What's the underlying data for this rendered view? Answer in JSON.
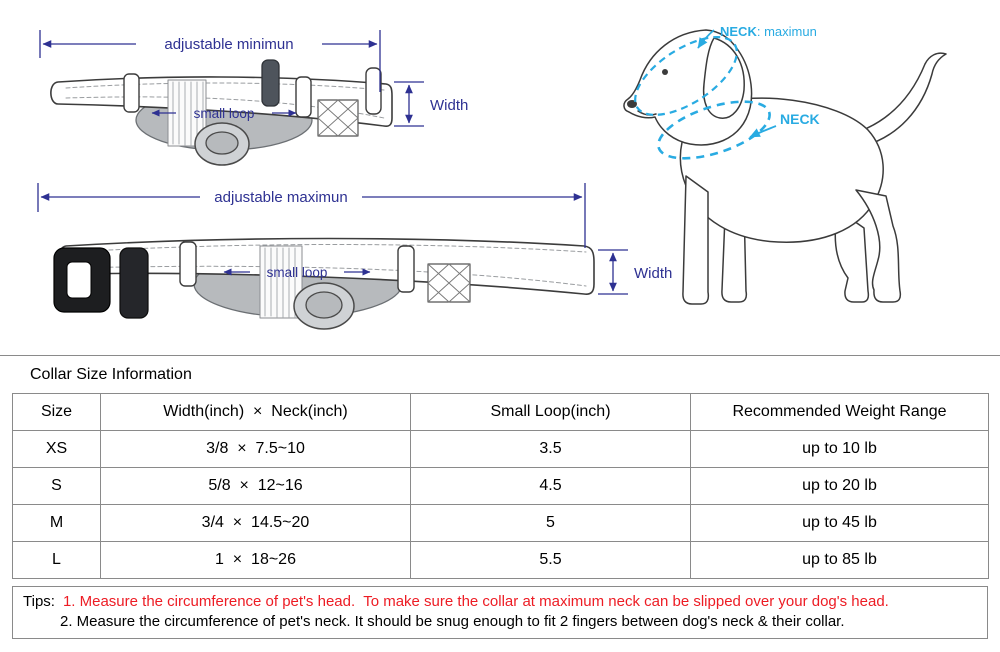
{
  "colors": {
    "dimension_blue": "#2e3192",
    "neck_cyan": "#29abe2",
    "tip_red": "#ed1c24"
  },
  "diagram": {
    "collar_min": {
      "dim_label": "adjustable minimun",
      "loop_label": "small loop",
      "width_label": "Width"
    },
    "collar_max": {
      "dim_label": "adjustable maximun",
      "loop_label": "small loop",
      "width_label": "Width"
    },
    "dog": {
      "neck_max_bold": "NECK",
      "neck_max_rest": ": maximun",
      "neck_label": "NECK"
    }
  },
  "table": {
    "title": "Collar Size Information",
    "headers": [
      "Size",
      "Width(inch)  ×  Neck(inch)",
      "Small Loop(inch)",
      "Recommended Weight Range"
    ],
    "rows": [
      [
        "XS",
        "3/8  ×  7.5~10",
        "3.5",
        "up to 10 lb"
      ],
      [
        "S",
        "5/8  ×  12~16",
        "4.5",
        "up to 20 lb"
      ],
      [
        "M",
        "3/4  ×  14.5~20",
        "5",
        "up to 45 lb"
      ],
      [
        "L",
        "1  ×  18~26",
        "5.5",
        "up to 85 lb"
      ]
    ]
  },
  "tips": {
    "label": "Tips:",
    "line1": "1. Measure the circumference of pet's head.  To make sure the collar at maximum neck can be slipped over your dog's head.",
    "line2": "2. Measure the circumference of pet's neck. It should be snug enough to fit 2 fingers between dog's neck & their collar."
  }
}
